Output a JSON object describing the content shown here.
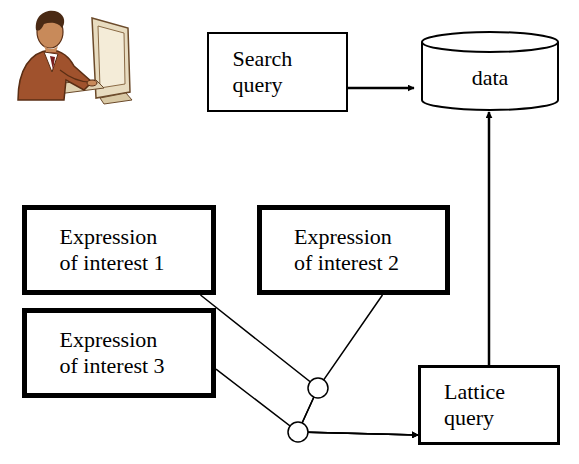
{
  "diagram": {
    "nodes": [
      {
        "text": [
          "Search query"
        ]
      },
      {
        "text": [
          "data"
        ]
      },
      {
        "text": [
          "Expression of interest 1"
        ]
      },
      {
        "text": [
          "Expression of interest 2"
        ]
      },
      {
        "text": [
          "Expression of interest 3"
        ]
      },
      {
        "text": [
          "Lattice query"
        ]
      }
    ],
    "edges": [
      {
        "from": 0,
        "to": 1,
        "arrow": "to"
      },
      {
        "from": 2,
        "to": 5,
        "arrow": "to"
      },
      {
        "from": 3,
        "to": 5,
        "arrow": "to"
      },
      {
        "from": 4,
        "to": 5,
        "arrow": "to"
      },
      {
        "from": 5,
        "to": 1,
        "arrow": "to"
      }
    ]
  }
}
